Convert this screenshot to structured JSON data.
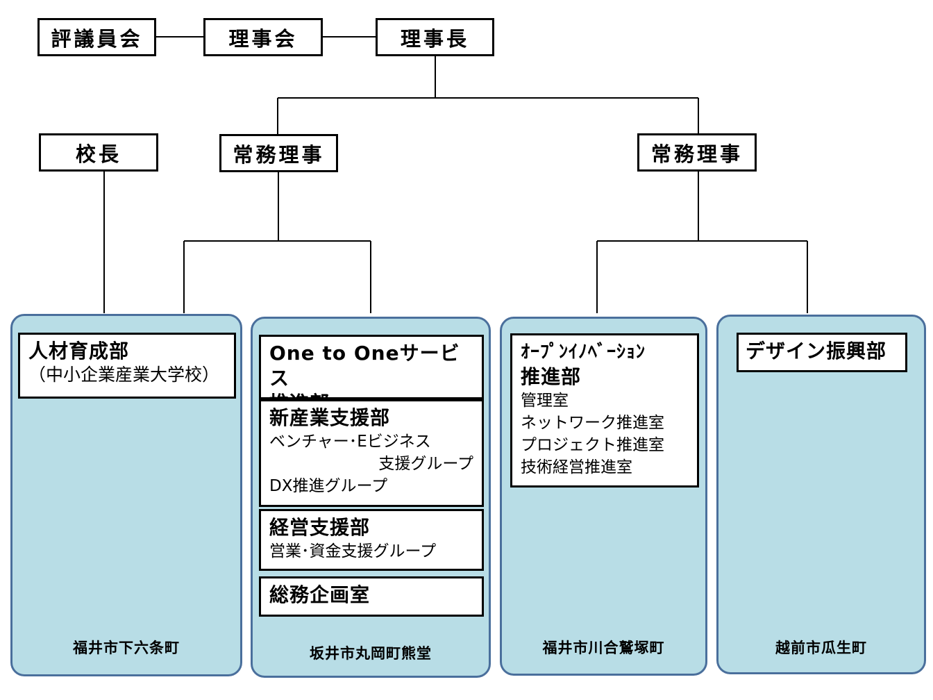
{
  "top": {
    "council": "評議員会",
    "board": "理事会",
    "chairman": "理事長"
  },
  "principal": "校長",
  "managing_left": "常務理事",
  "managing_right": "常務理事",
  "panels": [
    {
      "location": "福井市下六条町",
      "depts": [
        {
          "name": "人材育成部",
          "subs": [
            "（中小企業産業大学校）"
          ]
        }
      ]
    },
    {
      "location": "坂井市丸岡町熊堂",
      "depts": [
        {
          "name_lines": [
            "One to Oneサービス",
            "推進部"
          ]
        },
        {
          "name": "新産業支援部",
          "subs": [
            "ベンチャー･Eビジネス",
            "支援グループ",
            "DX推進グループ"
          ]
        },
        {
          "name": "経営支援部",
          "subs": [
            "営業･資金支援グループ"
          ]
        },
        {
          "name": "総務企画室"
        }
      ]
    },
    {
      "location": "福井市川合鷲塚町",
      "depts": [
        {
          "name_lines": [
            "ｵｰﾌﾟﾝｲﾉﾍﾞｰｼｮﾝ",
            "推進部"
          ],
          "subs": [
            "管理室",
            "ネットワーク推進室",
            "プロジェクト推進室",
            "技術経営推進室"
          ]
        }
      ]
    },
    {
      "location": "越前市瓜生町",
      "depts": [
        {
          "name": "デザイン振興部"
        }
      ]
    }
  ]
}
